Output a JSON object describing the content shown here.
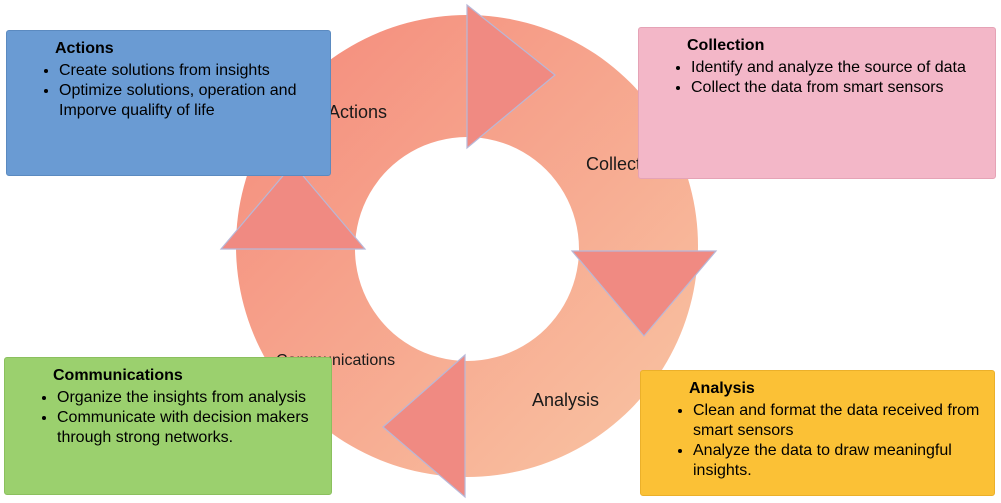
{
  "ring_labels": {
    "actions": "Actions",
    "collection": "Collection",
    "analysis": "Analysis",
    "communications": "Communications"
  },
  "boxes": {
    "actions": {
      "title": "Actions",
      "bullets": [
        "Create solutions from insights",
        "Optimize solutions, operation and Imporve qualifty of life"
      ],
      "color": "#6a9bd3"
    },
    "collection": {
      "title": "Collection",
      "bullets": [
        "Identify and analyze the source of data",
        "Collect the data from smart sensors"
      ],
      "color": "#f3b7c8"
    },
    "communications": {
      "title": "Communications",
      "bullets": [
        "Organize the insights from analysis",
        "Communicate with decision makers through strong networks."
      ],
      "color": "#9bd06e"
    },
    "analysis": {
      "title": "Analysis",
      "bullets": [
        "Clean and format the data received from smart sensors",
        "Analyze the data to draw meaningful insights."
      ],
      "color": "#fbc136"
    }
  },
  "colors": {
    "ring_start": "#f4897a",
    "ring_end": "#f9c09e",
    "arrow": "#f08a82"
  }
}
